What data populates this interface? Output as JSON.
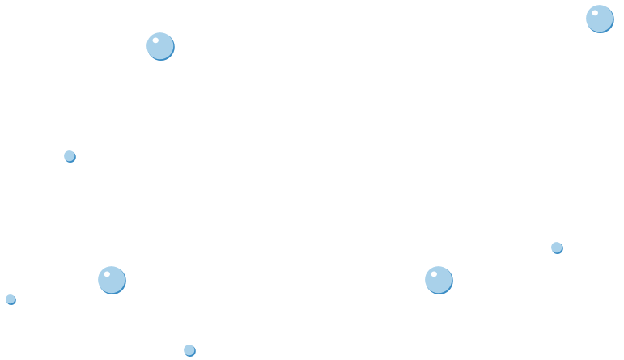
{
  "scene": {
    "background": "#ffffff"
  },
  "bubble_style": {
    "fill": "#a9d1ea",
    "shade": "#3a8cc4",
    "highlight": "#ffffff"
  },
  "bubbles": [
    {
      "kind": "large"
    },
    {
      "kind": "large"
    },
    {
      "kind": "small"
    },
    {
      "kind": "large"
    },
    {
      "kind": "large"
    },
    {
      "kind": "small"
    },
    {
      "kind": "small"
    },
    {
      "kind": "small"
    }
  ]
}
